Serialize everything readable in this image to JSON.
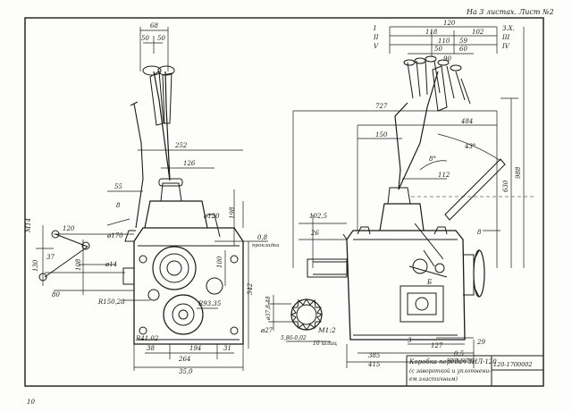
{
  "sheet": {
    "header": "На 3 листах. Лист №2",
    "page_number": "10",
    "ink_color": "#1a1a1a",
    "paper_color": "#fdfdfb"
  },
  "title_block": {
    "title_line1": "Коробка передач ЗИЛ-120",
    "title_line2": "(с завороткой и уплотнени-",
    "title_line3": "ем эластичным)",
    "drawing_code": "120-1700002"
  },
  "gear_labels": {
    "left": [
      "I",
      "II",
      "V"
    ],
    "right": [
      "З.Х.",
      "III",
      "IV"
    ]
  },
  "dimensions": {
    "top_68": "68",
    "top_50": "50",
    "top_50b": "50",
    "d252": "252",
    "d126": "126",
    "d55": "55",
    "d8": "8",
    "d120a": "120",
    "d170": "ø170",
    "d14": "ø14",
    "d120b": "ø120",
    "d198": "198",
    "d0_8": "0,8",
    "prokladka": "прокладка",
    "d100": "100",
    "d108": "108",
    "d37": "37",
    "d130": "130",
    "d80": "80",
    "d342": "342",
    "d150": "R150,28",
    "d93": "R93,35",
    "d141": "R41,02",
    "d38": "38",
    "d194": "194",
    "d31": "31",
    "d264": "264",
    "d350": "35,0",
    "m14": "M14",
    "r120": "120",
    "r118": "118",
    "r102": "102",
    "r110": "110",
    "r59": "59",
    "r50": "50",
    "r60": "60",
    "r90": "90",
    "r727": "727",
    "r484": "484",
    "r150": "150",
    "r43": "43°",
    "r8deg": "8°",
    "r112": "112",
    "r630": "630",
    "r988": "988",
    "r8": "8",
    "r102_5": "102,5",
    "r26": "26",
    "phi": "ø37,8-48",
    "phi27": "ø27",
    "m12": "M1:2",
    "spline": "5,86-0,02",
    "teeth": "10 шлиц",
    "r3": "3",
    "r127": "127",
    "r29": "29",
    "r0_5": "0,5",
    "r385": "385",
    "r415": "415",
    "b": "Б"
  }
}
